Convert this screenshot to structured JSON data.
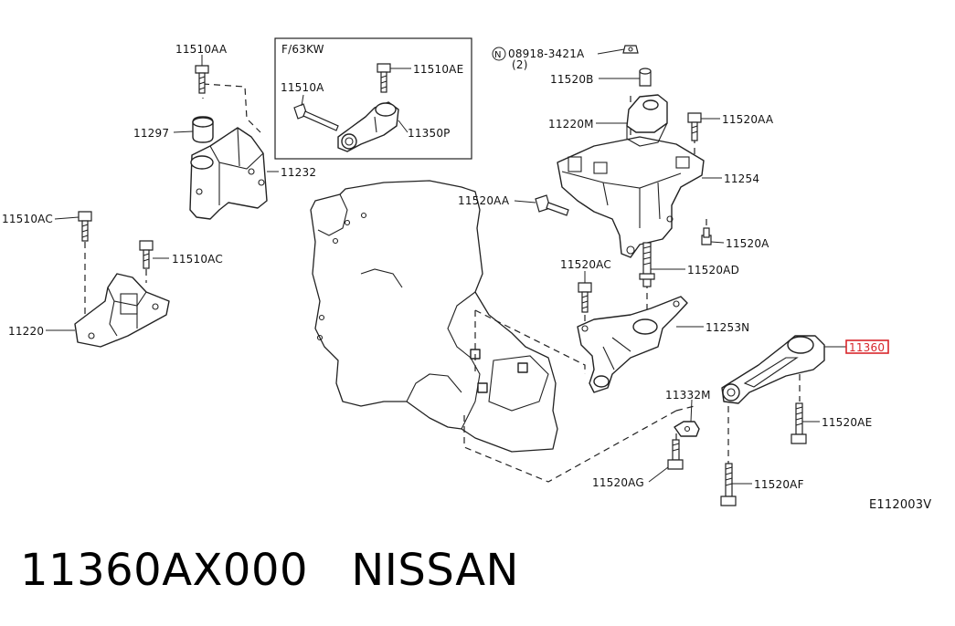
{
  "diagram": {
    "inset_title": "F/63KW",
    "diagram_code": "E112003V",
    "highlight_color": "#d8262b",
    "labels": {
      "l_11510AA_top": "11510AA",
      "l_11297": "11297",
      "l_11232": "11232",
      "l_11510AC_left": "11510AC",
      "l_11510AC_mid": "11510AC",
      "l_11220": "11220",
      "l_11510AE_inset": "11510AE",
      "l_11510A_inset": "11510A",
      "l_11350P": "11350P",
      "l_08918": "08918-3421A",
      "l_08918_qty": "(2)",
      "l_08918_prefix": "N",
      "l_11520B": "11520B",
      "l_11220M": "11220M",
      "l_11520AA_right": "11520AA",
      "l_11254": "11254",
      "l_11520AA_left": "11520AA",
      "l_11520A": "11520A",
      "l_11520AC": "11520AC",
      "l_11520AD": "11520AD",
      "l_11253N": "11253N",
      "l_11360": "11360",
      "l_11332M": "11332M",
      "l_11520AE": "11520AE",
      "l_11520AG": "11520AG",
      "l_11520AF": "11520AF"
    }
  },
  "footer": {
    "part_number": "11360AX000",
    "brand": "NISSAN"
  }
}
